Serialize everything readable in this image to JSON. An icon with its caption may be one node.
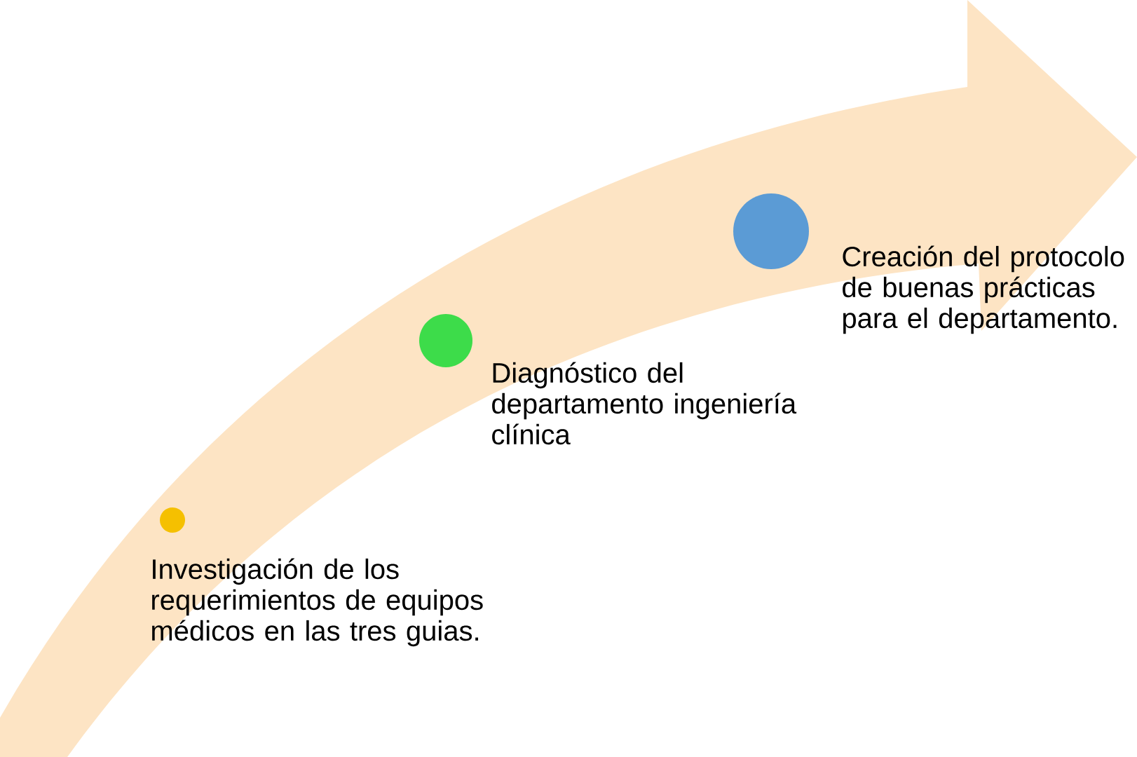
{
  "diagram": {
    "nodes": [
      {
        "text": [],
        "shape": "circle",
        "beside": [
          "Investigación de los requerimientos de equipos médicos en las tres guias."
        ]
      },
      {
        "text": [],
        "shape": "circle",
        "beside": [
          "Diagnóstico del departamento ingeniería clínica"
        ]
      },
      {
        "text": [],
        "shape": "circle",
        "beside": [
          "Creación del protocolo de buenas prácticas para el departamento."
        ]
      }
    ]
  }
}
